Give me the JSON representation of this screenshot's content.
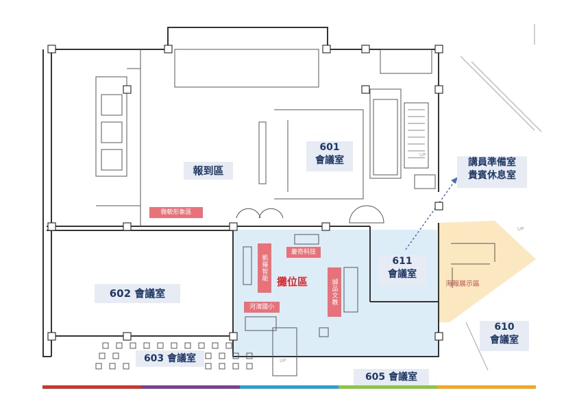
{
  "rooms": {
    "r601": {
      "line1": "601",
      "line2": "會議室"
    },
    "r602": "602 會議室",
    "r603": "603 會議室",
    "r605": "605 會議室",
    "r610": {
      "line1": "610",
      "line2": "會議室"
    },
    "r611": {
      "line1": "611",
      "line2": "會議室"
    },
    "checkin": "報到區",
    "speaker": {
      "line1": "講員準備室",
      "line2": "貴賓休息室"
    }
  },
  "booth_area": "攤位區",
  "tags": {
    "microsoft": "微軟形象區",
    "qiaorui": "慶奇科技",
    "linkcard": "凱羅智能",
    "hebin": "河濱國小",
    "dongpin": "誠品文教"
  },
  "poster_area": "海報展示區",
  "stairs_label": "UP",
  "colors": {
    "wall": "#333333",
    "room_label_bg": "#e6ebf4",
    "room_label_text": "#1f3864",
    "tag_bg": "#e8727a",
    "booth_area_fill": "#dcedf8",
    "booth_area_text": "#d8262e",
    "poster_area_fill": "#fbe8c0",
    "bottom_bar": [
      "#d1342c",
      "#7b3f98",
      "#2a9fd6",
      "#8cc63f",
      "#f4a81d"
    ]
  }
}
